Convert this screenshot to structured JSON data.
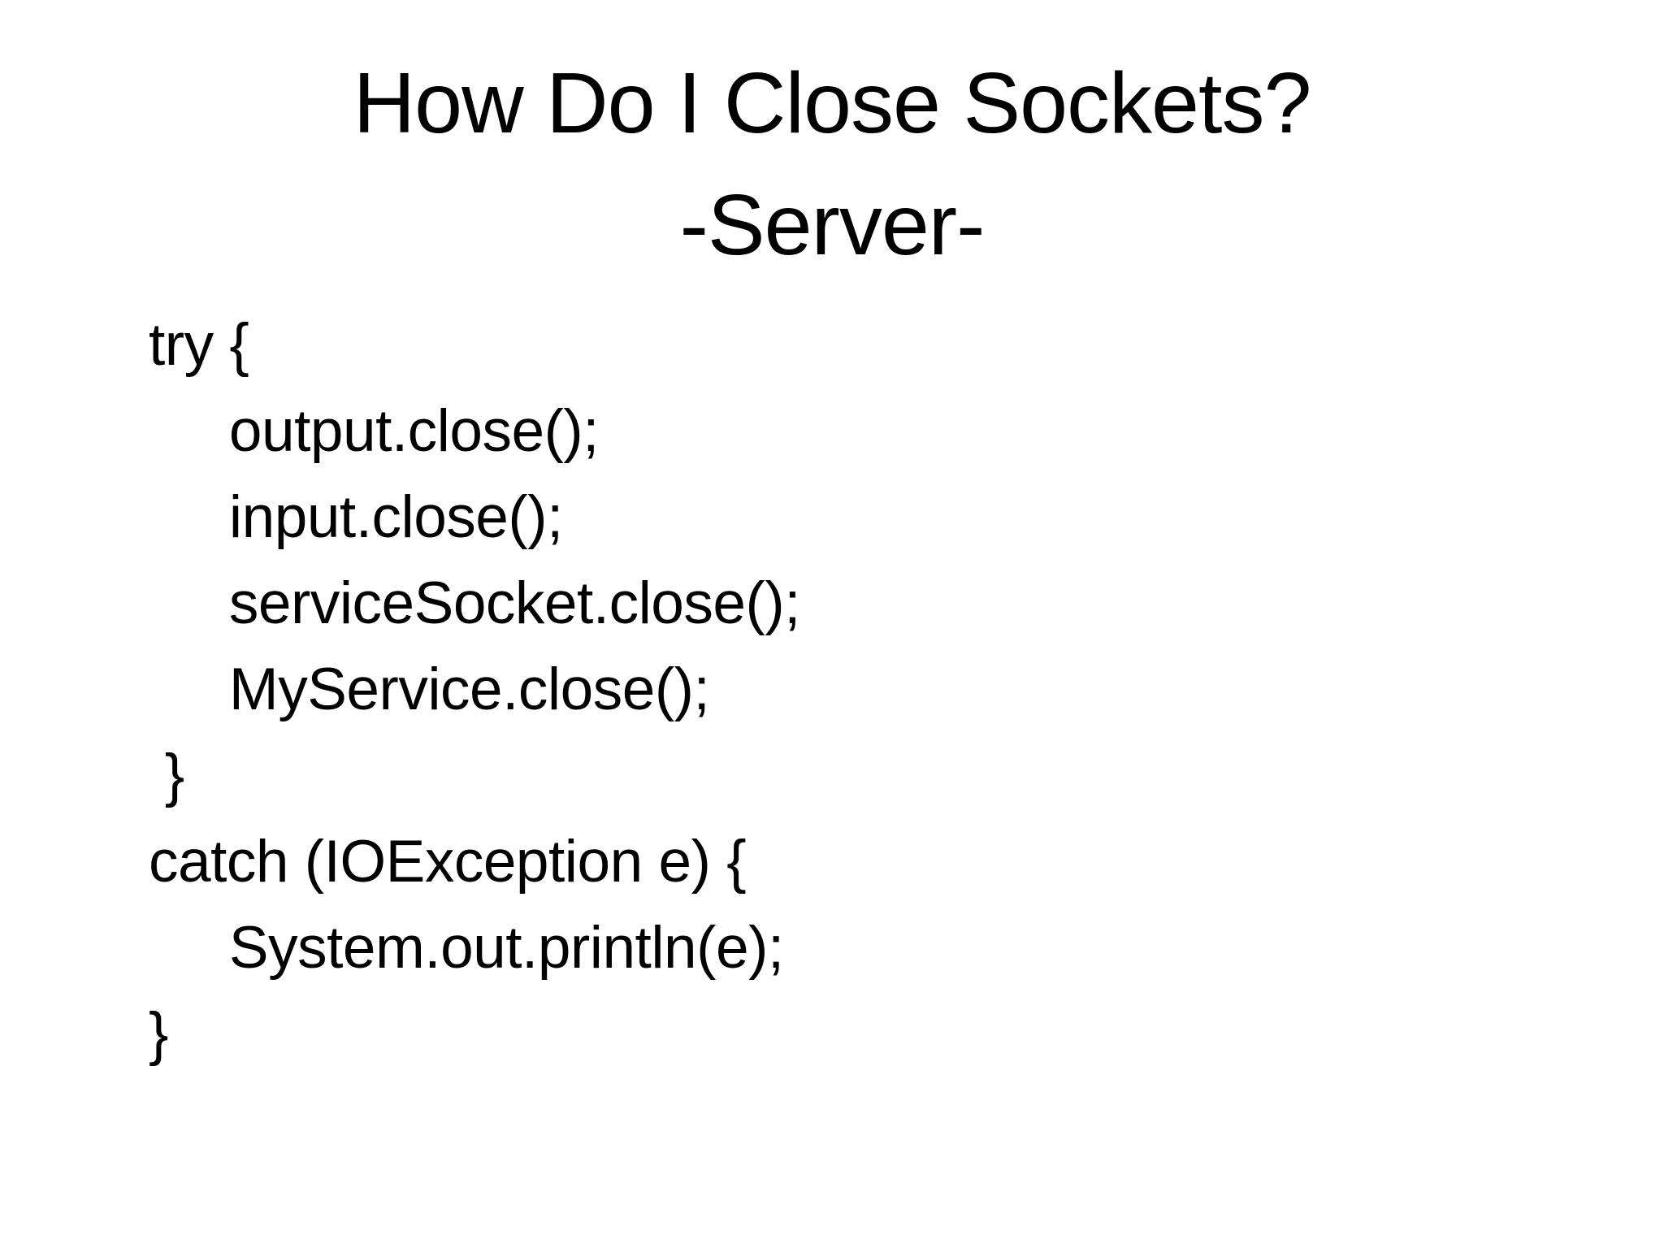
{
  "slide": {
    "title": {
      "line1": "How Do I Close Sockets?",
      "line2": "-Server-"
    },
    "code": {
      "language": "java",
      "lines": [
        "try {",
        "     output.close();",
        "     input.close();",
        "     serviceSocket.close();",
        "     MyService.close();",
        " }",
        "catch (IOException e) {",
        "     System.out.println(e);",
        "}"
      ]
    },
    "colors": {
      "background": "#ffffff",
      "text": "#000000"
    }
  }
}
